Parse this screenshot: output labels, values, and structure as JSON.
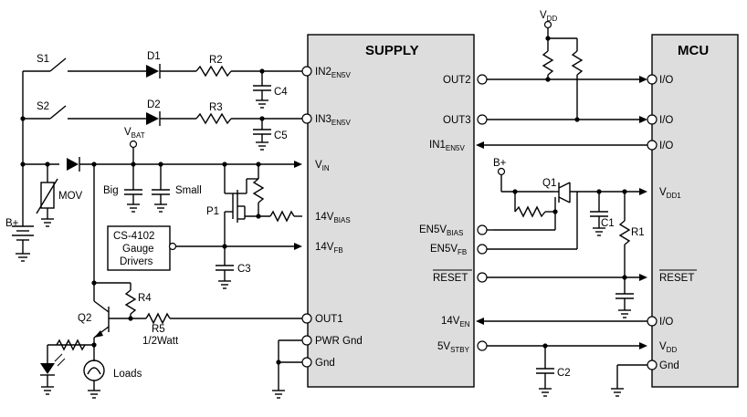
{
  "blocks": {
    "supply": "SUPPLY",
    "mcu": "MCU",
    "gauge": [
      "CS-4102",
      "Gauge",
      "Drivers"
    ]
  },
  "supply_pins_left": {
    "in2": "IN2",
    "in2_sub": "EN5V",
    "in3": "IN3",
    "in3_sub": "EN5V",
    "vin": "V",
    "vin_sub": "IN",
    "bias": "14V",
    "bias_sub": "BIAS",
    "fb": "14V",
    "fb_sub": "FB",
    "out1": "OUT1",
    "pwrgnd": "PWR Gnd",
    "gnd": "Gnd"
  },
  "supply_pins_right": {
    "out2": "OUT2",
    "out3": "OUT3",
    "in1": "IN1",
    "in1_sub": "EN5V",
    "en5vbias": "EN5V",
    "en5vbias_sub": "BIAS",
    "en5vfb": "EN5V",
    "en5vfb_sub": "FB",
    "reset": "RESET",
    "en14": "14V",
    "en14_sub": "EN",
    "stby": "5V",
    "stby_sub": "STBY"
  },
  "mcu_pins": {
    "io": "I/O",
    "vdd1": "V",
    "vdd1_sub": "DD1",
    "reset": "RESET",
    "vdd": "V",
    "vdd_sub": "DD",
    "gnd": "Gnd"
  },
  "components": {
    "s1": "S1",
    "s2": "S2",
    "d1": "D1",
    "d2": "D2",
    "r1": "R1",
    "r2": "R2",
    "r3": "R3",
    "r4": "R4",
    "r5": "R5",
    "r5_rating": "1/2Watt",
    "c1": "C1",
    "c2": "C2",
    "c3": "C3",
    "c4": "C4",
    "c5": "C5",
    "q1": "Q1",
    "q2": "Q2",
    "p1": "P1",
    "mov": "MOV",
    "big": "Big",
    "small": "Small",
    "loads": "Loads"
  },
  "supplies": {
    "bplus": "B+",
    "vbat": "V",
    "vbat_sub": "BAT",
    "vdd": "V",
    "vdd_sub": "DD"
  }
}
